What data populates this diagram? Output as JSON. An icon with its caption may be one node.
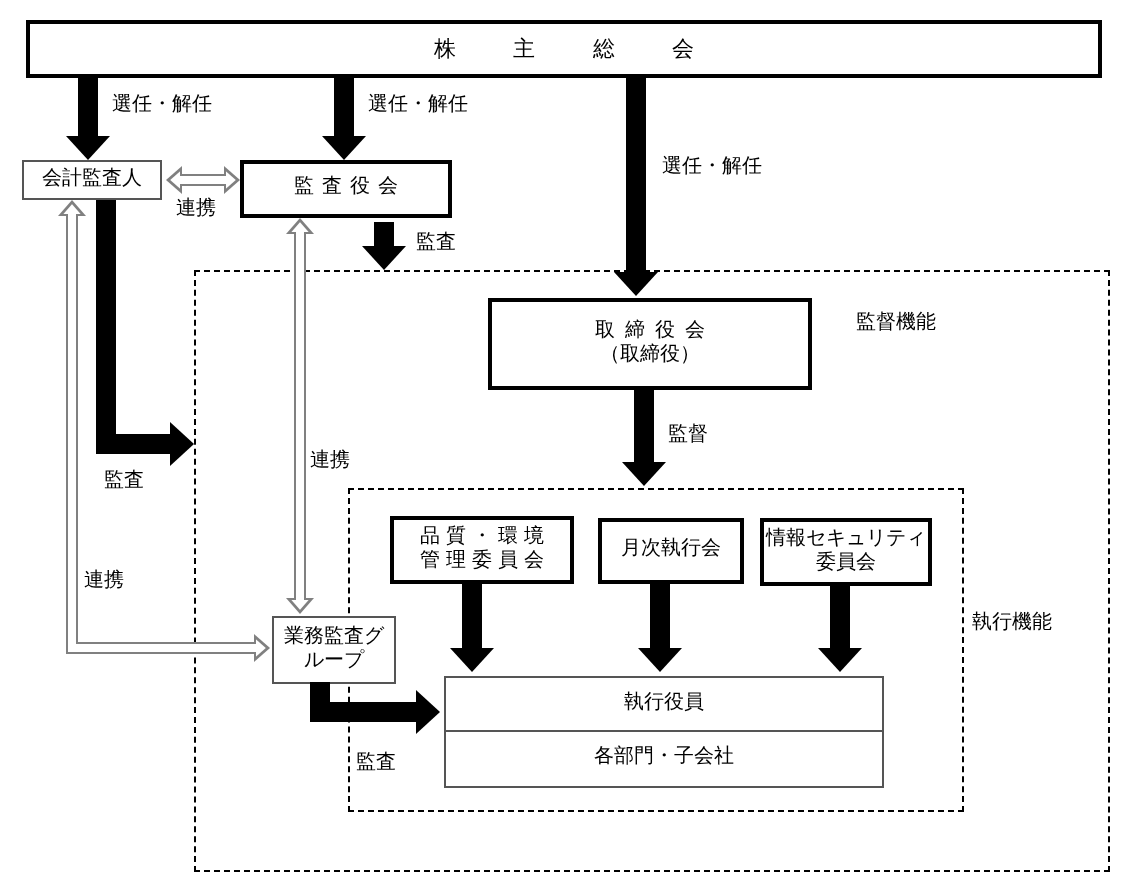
{
  "diagram": {
    "nodes": [
      {
        "text": [
          "株主総会"
        ]
      },
      {
        "text": [
          "会計監査人"
        ]
      },
      {
        "text": [
          "監査役会"
        ]
      },
      {
        "text": [
          "監督機能"
        ]
      },
      {
        "text": [
          "取締役会",
          "（取締役）"
        ],
        "in": 3
      },
      {
        "text": [],
        "shape": "box",
        "beside": [
          "執行機能"
        ],
        "in": 3
      },
      {
        "text": [
          "品質・環境管理委員会"
        ],
        "in": 5
      },
      {
        "text": [
          "月次執行会"
        ],
        "in": 5
      },
      {
        "text": [
          "情報セキュリティ委員会"
        ],
        "in": 5
      },
      {
        "text": [
          "業務監査グループ"
        ],
        "in": 3
      },
      {
        "text": [
          "執行役員"
        ],
        "in": 5
      },
      {
        "text": [
          "各部門・子会社"
        ],
        "in": 5
      }
    ],
    "edges": [
      {
        "from": 0,
        "to": 1,
        "arrow": "to",
        "label": "選任・解任"
      },
      {
        "from": 0,
        "to": 2,
        "arrow": "to",
        "label": "選任・解任"
      },
      {
        "from": 0,
        "to": 4,
        "arrow": "to",
        "label": "選任・解任"
      },
      {
        "from": 1,
        "to": 2,
        "arrow": "both",
        "label": "連携",
        "color": "#808080"
      },
      {
        "from": 2,
        "to": 3,
        "arrow": "to",
        "label": "監査"
      },
      {
        "from": 1,
        "to": 3,
        "arrow": "to",
        "label": "監査"
      },
      {
        "from": 2,
        "to": 9,
        "arrow": "both",
        "label": "連携",
        "color": "#808080"
      },
      {
        "from": 1,
        "to": 9,
        "arrow": "both",
        "label": "連携",
        "color": "#808080"
      },
      {
        "from": 4,
        "to": 5,
        "arrow": "to",
        "label": "監督"
      },
      {
        "from": 6,
        "to": 10,
        "arrow": "to"
      },
      {
        "from": 7,
        "to": 10,
        "arrow": "to"
      },
      {
        "from": 8,
        "to": 10,
        "arrow": "to"
      },
      {
        "from": 9,
        "to": 10,
        "arrow": "to",
        "label": "監査"
      }
    ]
  }
}
